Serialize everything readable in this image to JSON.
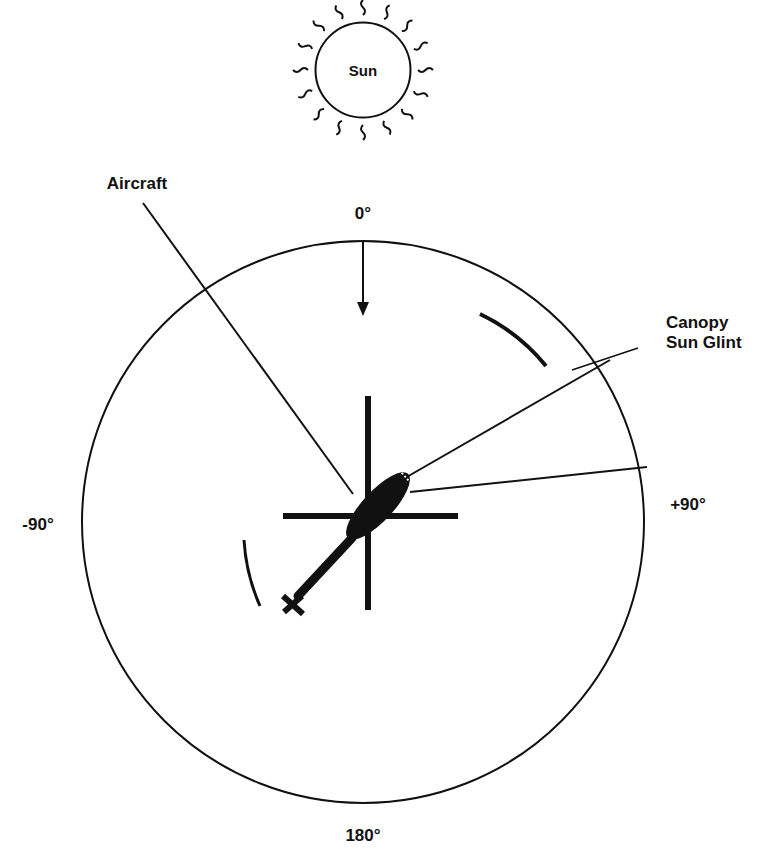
{
  "diagram": {
    "nodes": [
      {
        "text": [
          "Sun"
        ]
      }
    ],
    "labels": [
      "0°",
      "Aircraft",
      "Canopy Sun Glint",
      "-90°",
      "+90°",
      "180°"
    ]
  }
}
